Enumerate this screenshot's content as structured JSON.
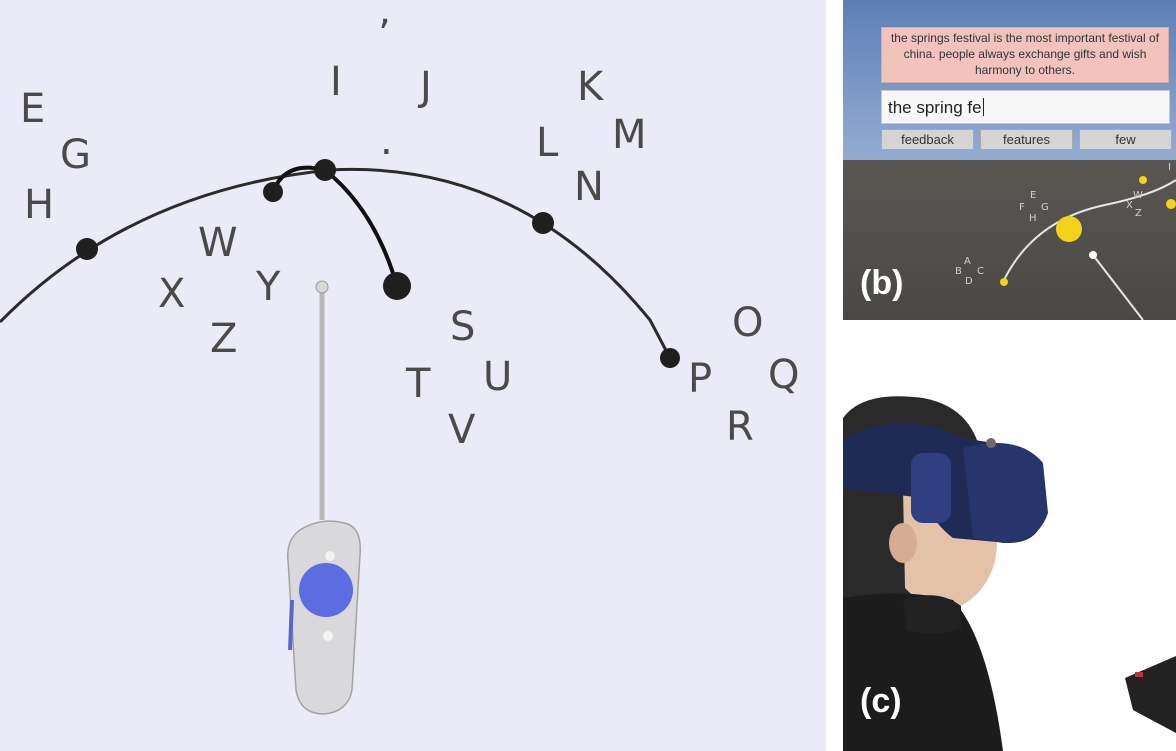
{
  "panel_a": {
    "letters": [
      "E",
      "G",
      "H",
      "I",
      "’",
      "J",
      "K",
      "L",
      "M",
      "N",
      ".",
      "W",
      "X",
      "Y",
      "Z",
      "S",
      "T",
      "U",
      "V",
      "O",
      "P",
      "Q",
      "R"
    ]
  },
  "panel_b": {
    "label": "(b)",
    "prompt_text": "the springs festival is the most important festival of china. people always exchange gifts and wish harmony to others.",
    "input_text": "the spring fe",
    "suggestions": [
      "feedback",
      "features",
      "few"
    ],
    "mini_letters": [
      "E",
      "F",
      "G",
      "H",
      "A",
      "B",
      "C",
      "D",
      "W",
      "X",
      "Z",
      "I"
    ],
    "colors": {
      "prompt_bg": "#f2c3bd",
      "ball": "#f2d21b",
      "sky": "#7f9cc7",
      "floor": "#54524f"
    }
  },
  "panel_c": {
    "label": "(c)"
  }
}
